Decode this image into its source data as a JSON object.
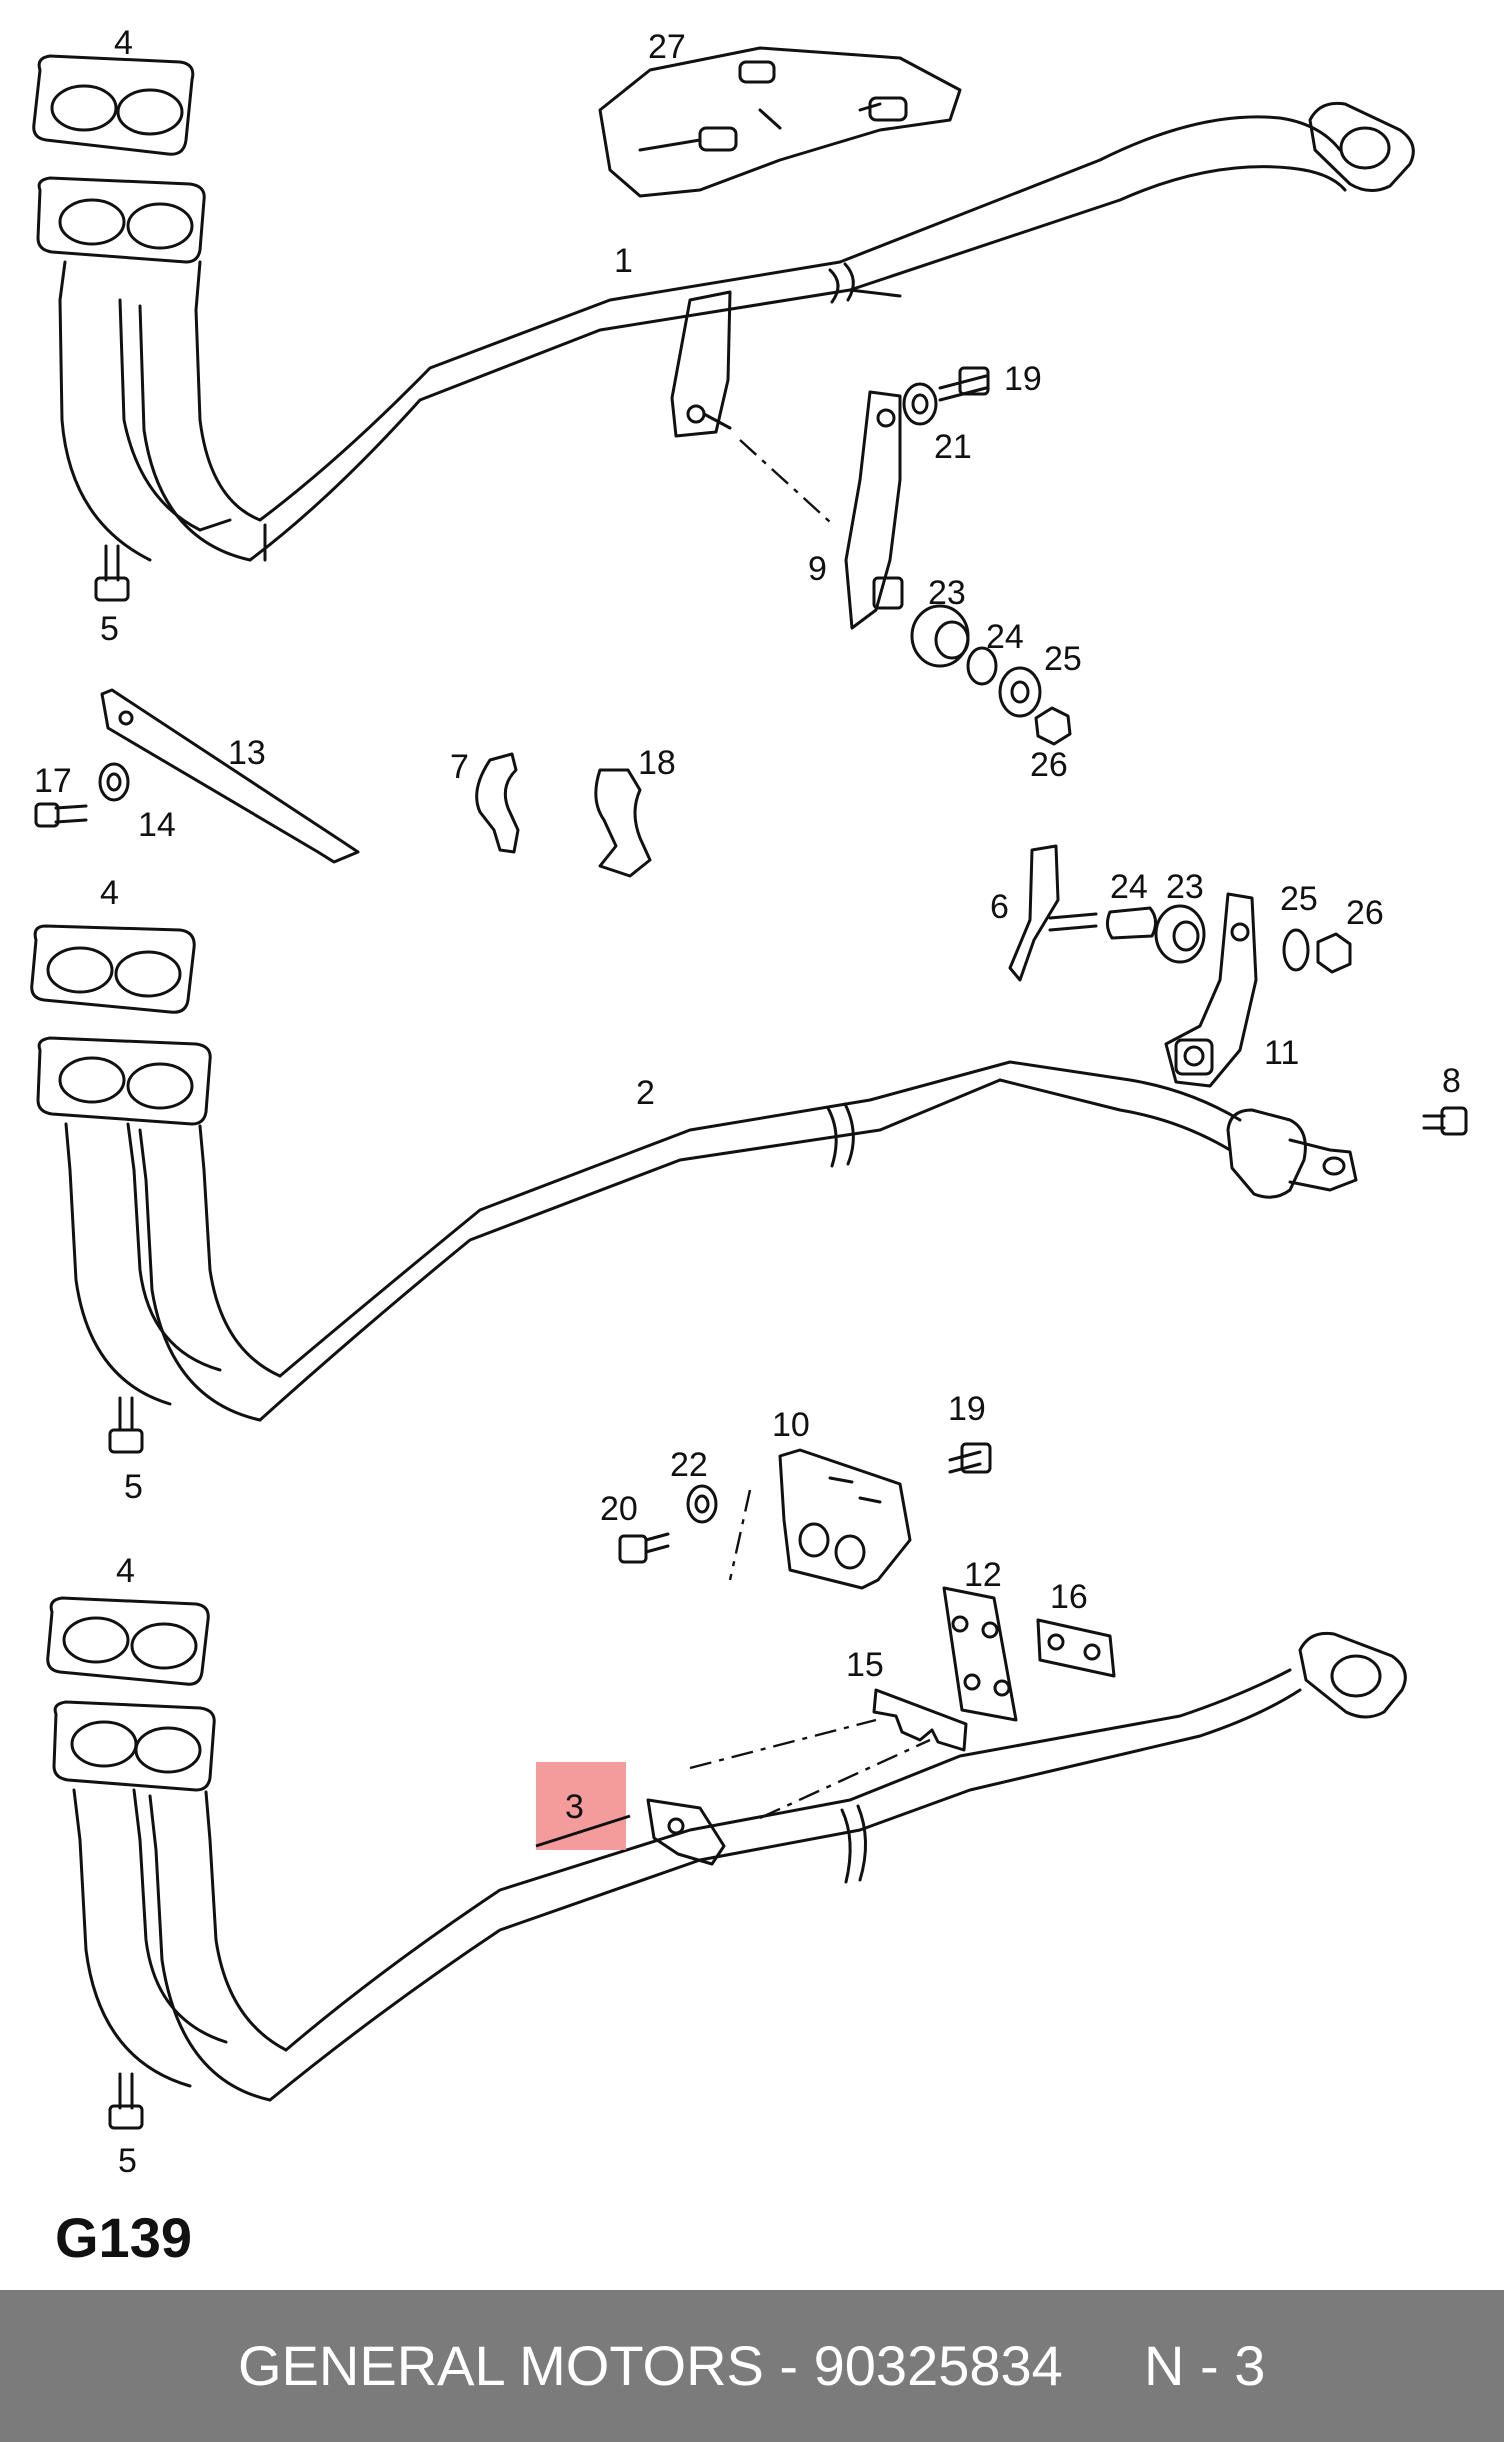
{
  "figure": {
    "code": "G139"
  },
  "callouts": {
    "c1": "1",
    "c2": "2",
    "c3": "3",
    "c4a": "4",
    "c4b": "4",
    "c4c": "4",
    "c5a": "5",
    "c5b": "5",
    "c5c": "5",
    "c6": "6",
    "c7": "7",
    "c8": "8",
    "c9": "9",
    "c10": "10",
    "c11": "11",
    "c12": "12",
    "c13": "13",
    "c14": "14",
    "c15": "15",
    "c16": "16",
    "c17": "17",
    "c18": "18",
    "c19a": "19",
    "c19b": "19",
    "c20": "20",
    "c21": "21",
    "c22": "22",
    "c23a": "23",
    "c23b": "23",
    "c24a": "24",
    "c24b": "24",
    "c25a": "25",
    "c25b": "25",
    "c26a": "26",
    "c26b": "26",
    "c27": "27"
  },
  "highlight": {
    "part": "3",
    "color": "#f28b8b"
  },
  "footer": {
    "brand_part": "GENERAL MOTORS - 90325834",
    "position": "N - 3",
    "background": "#7b7b7b"
  }
}
